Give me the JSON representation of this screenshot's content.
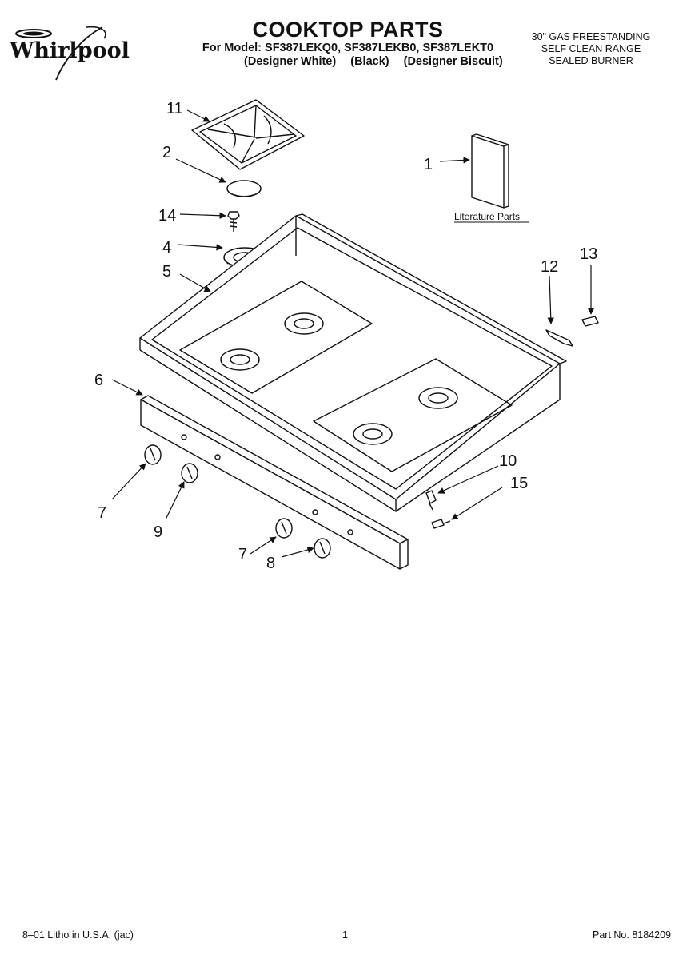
{
  "logo": {
    "brand": "Whirlpool"
  },
  "header": {
    "title": "COOKTOP PARTS",
    "model_line": "For Model: SF387LEKQ0, SF387LEKB0, SF387LEKT0",
    "variants": [
      "(Designer White)",
      "(Black)",
      "(Designer Biscuit)"
    ]
  },
  "spec": {
    "line1": "30\" GAS FREESTANDING",
    "line2": "SELF CLEAN RANGE",
    "line3": "SEALED BURNER"
  },
  "diagram": {
    "literature_label": "Literature Parts",
    "callouts": {
      "c1": "1",
      "c2": "2",
      "c4": "4",
      "c5": "5",
      "c6": "6",
      "c7a": "7",
      "c7b": "7",
      "c8": "8",
      "c9": "9",
      "c10": "10",
      "c11": "11",
      "c12": "12",
      "c13": "13",
      "c14": "14",
      "c15": "15"
    }
  },
  "footer": {
    "left": "8–01 Litho in U.S.A. (jac)",
    "page": "1",
    "part_no": "Part No. 8184209"
  }
}
